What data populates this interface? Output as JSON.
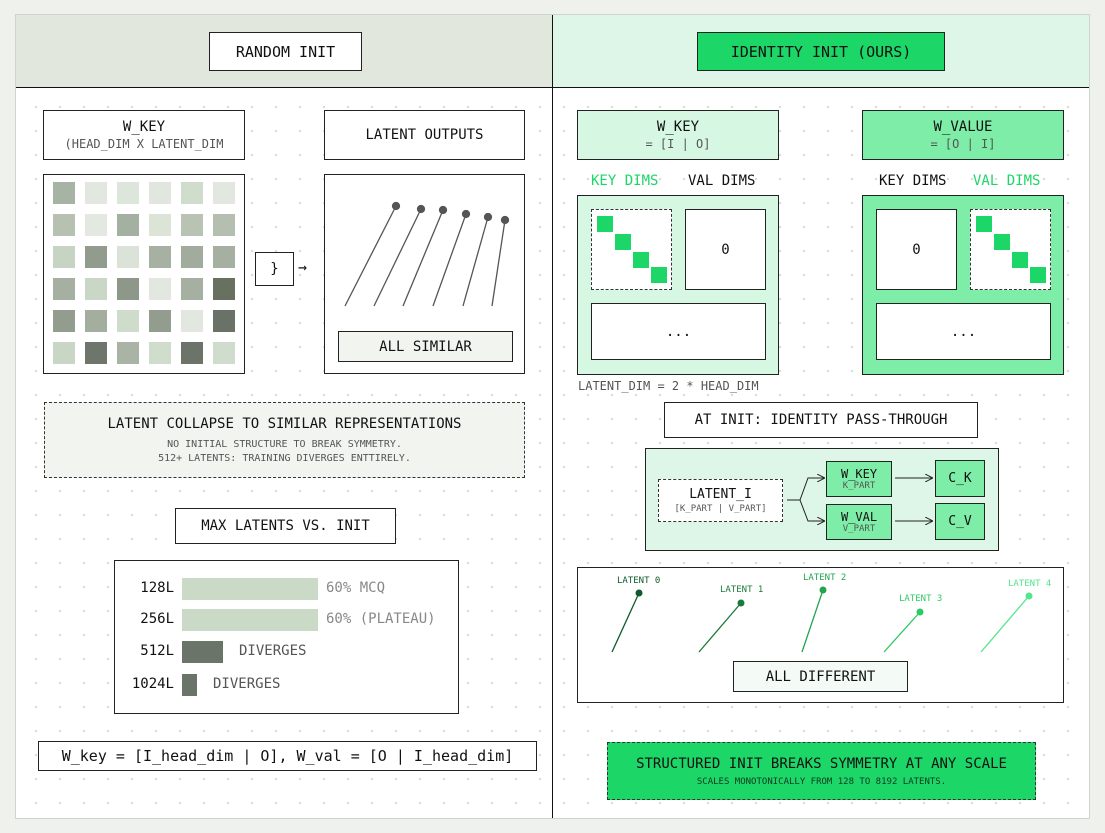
{
  "left": {
    "header": "RANDOM INIT",
    "wkey_title": "W_KEY",
    "wkey_sub": "(HEAD_DIM X LATENT_DIM",
    "latent_outputs": "LATENT OUTPUTS",
    "brace": "}",
    "arrow": "→",
    "all_similar": "ALL SIMILAR",
    "collapse_title": "LATENT COLLAPSE TO SIMILAR REPRESENTATIONS",
    "collapse_line1": "NO INITIAL STRUCTURE TO BREAK SYMMETRY.",
    "collapse_line2": "512+ LATENTS: TRAINING DIVERGES ENTTIRELY.",
    "max_title": "MAX LATENTS VS. INIT",
    "formula": "W_key = [I_head_dim | O], W_val = [O | I_head_dim]",
    "grid_colors": [
      [
        "#a7b3a4",
        "#e2e8df",
        "#dde6da",
        "#e1e7de",
        "#d0ddcc",
        "#e2e8df"
      ],
      [
        "#b6c1b2",
        "#e3e9e0",
        "#a4b0a1",
        "#dce4d8",
        "#b8c3b4",
        "#b4bfb1"
      ],
      [
        "#c7d3c3",
        "#919b8e",
        "#dbe3d8",
        "#a6b1a3",
        "#a1ac9e",
        "#a5b0a2"
      ],
      [
        "#a5b0a2",
        "#cad6c6",
        "#8d978a",
        "#e2e8df",
        "#a5b0a2",
        "#68705f"
      ],
      [
        "#929c8f",
        "#a3ae9f",
        "#cfdbcb",
        "#929c8f",
        "#e2e8df",
        "#6a7268"
      ],
      [
        "#c9d5c5",
        "#6e766c",
        "#a9b4a6",
        "#d0ddcc",
        "#6c746a",
        "#d0dccd"
      ]
    ]
  },
  "chart_data": {
    "type": "bar",
    "title": "MAX LATENTS VS. INIT",
    "categories": [
      "128L",
      "256L",
      "512L",
      "1024L"
    ],
    "series": [
      {
        "values": [
          60,
          60,
          0,
          0
        ]
      }
    ],
    "value_labels": [
      "60% MCQ",
      "60% (PLATEAU)",
      "DIVERGES",
      "DIVERGES"
    ],
    "bar_fraction": [
      1.0,
      1.0,
      0.3,
      0.11
    ],
    "colors": [
      "#cbdac7",
      "#cbdac7",
      "#6b7468",
      "#6b7468"
    ]
  },
  "right": {
    "header": "IDENTITY INIT (OURS)",
    "wkey_title": "W_KEY",
    "wkey_sub": "= [I | O]",
    "wval_title": "W_VALUE",
    "wval_sub": "= [O | I]",
    "key_dims": "KEY DIMS",
    "val_dims": "VAL DIMS",
    "zero": "0",
    "dots": "...",
    "latent_dim_note": "LATENT_DIM = 2 * HEAD_DIM",
    "at_init": "AT INIT: IDENTITY PASS-THROUGH",
    "flow": {
      "latent": "LATENT_I",
      "latent_sub": "[K_PART | V_PART]",
      "wkey": "W_KEY",
      "wkey_sub": "K_PART",
      "wval": "W_VAL",
      "wval_sub": "V_PART",
      "ck": "C_K",
      "cv": "C_V"
    },
    "latents": [
      "LATENT 0",
      "LATENT 1",
      "LATENT 2",
      "LATENT 3",
      "LATENT 4"
    ],
    "all_different": "ALL DIFFERENT",
    "structured_title": "STRUCTURED INIT BREAKS SYMMETRY AT ANY SCALE",
    "structured_sub": "SCALES MONOTONICALLY FROM 128 TO 8192 LATENTS."
  },
  "colors": {
    "accent": "#1cd668",
    "mid_green": "#7deda8",
    "light_green": "#d6f7e2",
    "gray_green": "#e2e7de"
  }
}
